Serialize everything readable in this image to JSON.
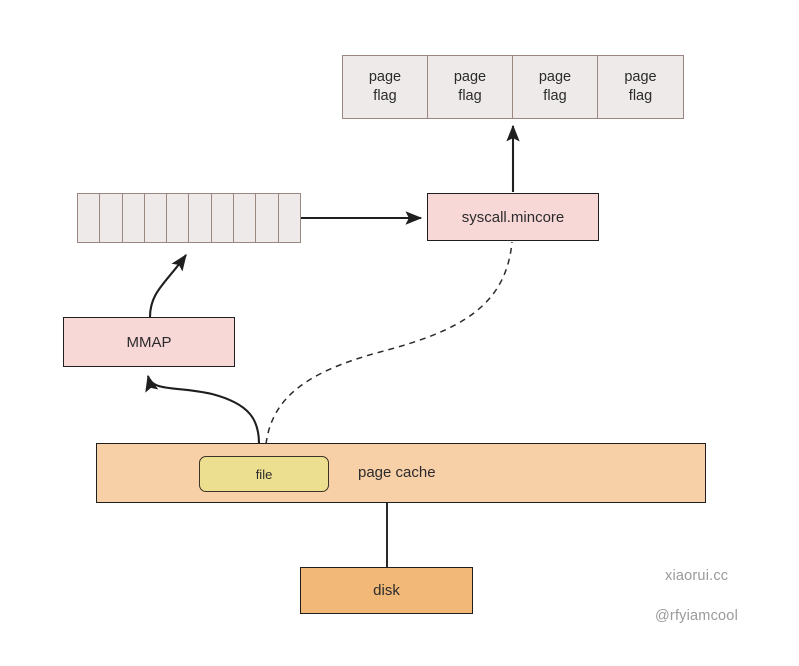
{
  "diagram": {
    "title": "mmap / mincore page cache diagram",
    "colors": {
      "flag_fill": "#eeeaea",
      "flag_border": "#9b8782",
      "pink_fill": "#f8d7d7",
      "pagecache_fill": "#f7d0a8",
      "disk_fill": "#f2b877",
      "file_fill": "#ecdf8f",
      "stroke": "#1f1f1f",
      "watermark_text": "#9a9a9a",
      "background": "#ffffff"
    },
    "page_flags": {
      "label_line1": "page",
      "label_line2": "flag",
      "cells": [
        {
          "line1": "page",
          "line2": "flag"
        },
        {
          "line1": "page",
          "line2": "flag"
        },
        {
          "line1": "page",
          "line2": "flag"
        },
        {
          "line1": "page",
          "line2": "flag"
        }
      ]
    },
    "page_grid": {
      "cell_count": 10
    },
    "nodes": {
      "mincore": {
        "label": "syscall.mincore"
      },
      "mmap": {
        "label": "MMAP"
      },
      "page_cache": {
        "label": "page cache"
      },
      "file": {
        "label": "file"
      },
      "disk": {
        "label": "disk"
      }
    },
    "edges": [
      {
        "name": "grid-to-mincore",
        "style": "solid",
        "arrow": true
      },
      {
        "name": "mincore-to-page-flags",
        "style": "solid",
        "arrow": true
      },
      {
        "name": "mmap-to-grid",
        "style": "solid-curved",
        "arrow": true
      },
      {
        "name": "page-cache-to-mmap",
        "style": "solid-curved",
        "arrow": true
      },
      {
        "name": "page-cache-to-mincore",
        "style": "dashed-curved",
        "arrow": false
      },
      {
        "name": "disk-to-page-cache",
        "style": "solid",
        "arrow": false
      }
    ],
    "watermarks": {
      "site": "xiaorui.cc",
      "handle": "@rfyiamcool"
    }
  }
}
